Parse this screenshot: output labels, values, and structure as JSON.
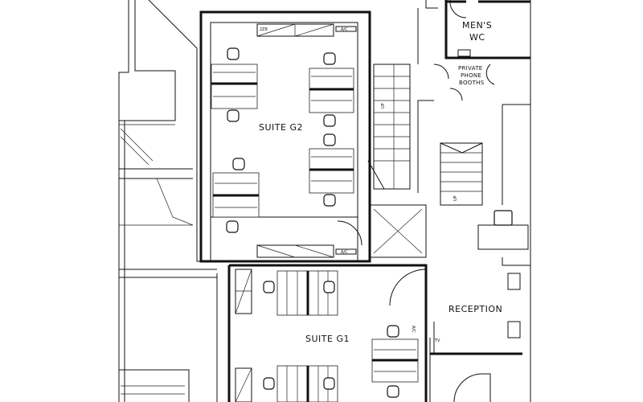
{
  "plan": {
    "rooms": {
      "suite_g2": "SUITE G2",
      "suite_g1": "SUITE G1",
      "reception": "RECEPTION",
      "mens_wc_line1": "MEN'S",
      "mens_wc_line2": "WC",
      "phone_line1": "PRIVATE",
      "phone_line2": "PHONE",
      "phone_line3": "BOOTHS"
    },
    "annotations": {
      "ac": "A/C",
      "up": "UP",
      "tv": "TV",
      "cabinet": "2Z8"
    }
  }
}
